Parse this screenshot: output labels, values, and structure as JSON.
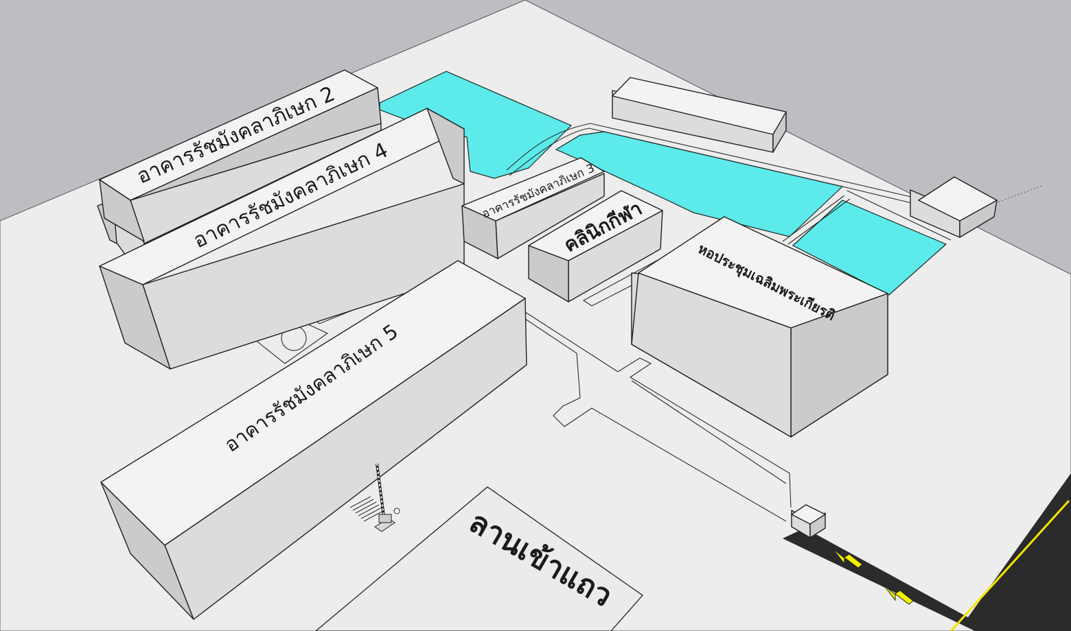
{
  "labels": {
    "building_2": "อาคารรัชมังคลาภิเษก 2",
    "building_4": "อาคารรัชมังคลาภิเษก 4",
    "building_3": "อาคารรัชมังคลาภิเษก 3",
    "building_5": "อาคารรัชมังคลาภิเษก 5",
    "clinic": "คลินิกกีฬา",
    "hall": "หอประชุมเฉลิมพระเกียรติ",
    "assembly": "ลานเข้าแถว"
  },
  "colors": {
    "background": "#bdbec1",
    "ground": "#ededed",
    "water": "#5ceaea",
    "road": "#2b2b2b",
    "road_line": "#f2e600",
    "arrow": "#f4f000"
  },
  "icons": [
    "flagpole-icon",
    "left-arrow-icon"
  ]
}
